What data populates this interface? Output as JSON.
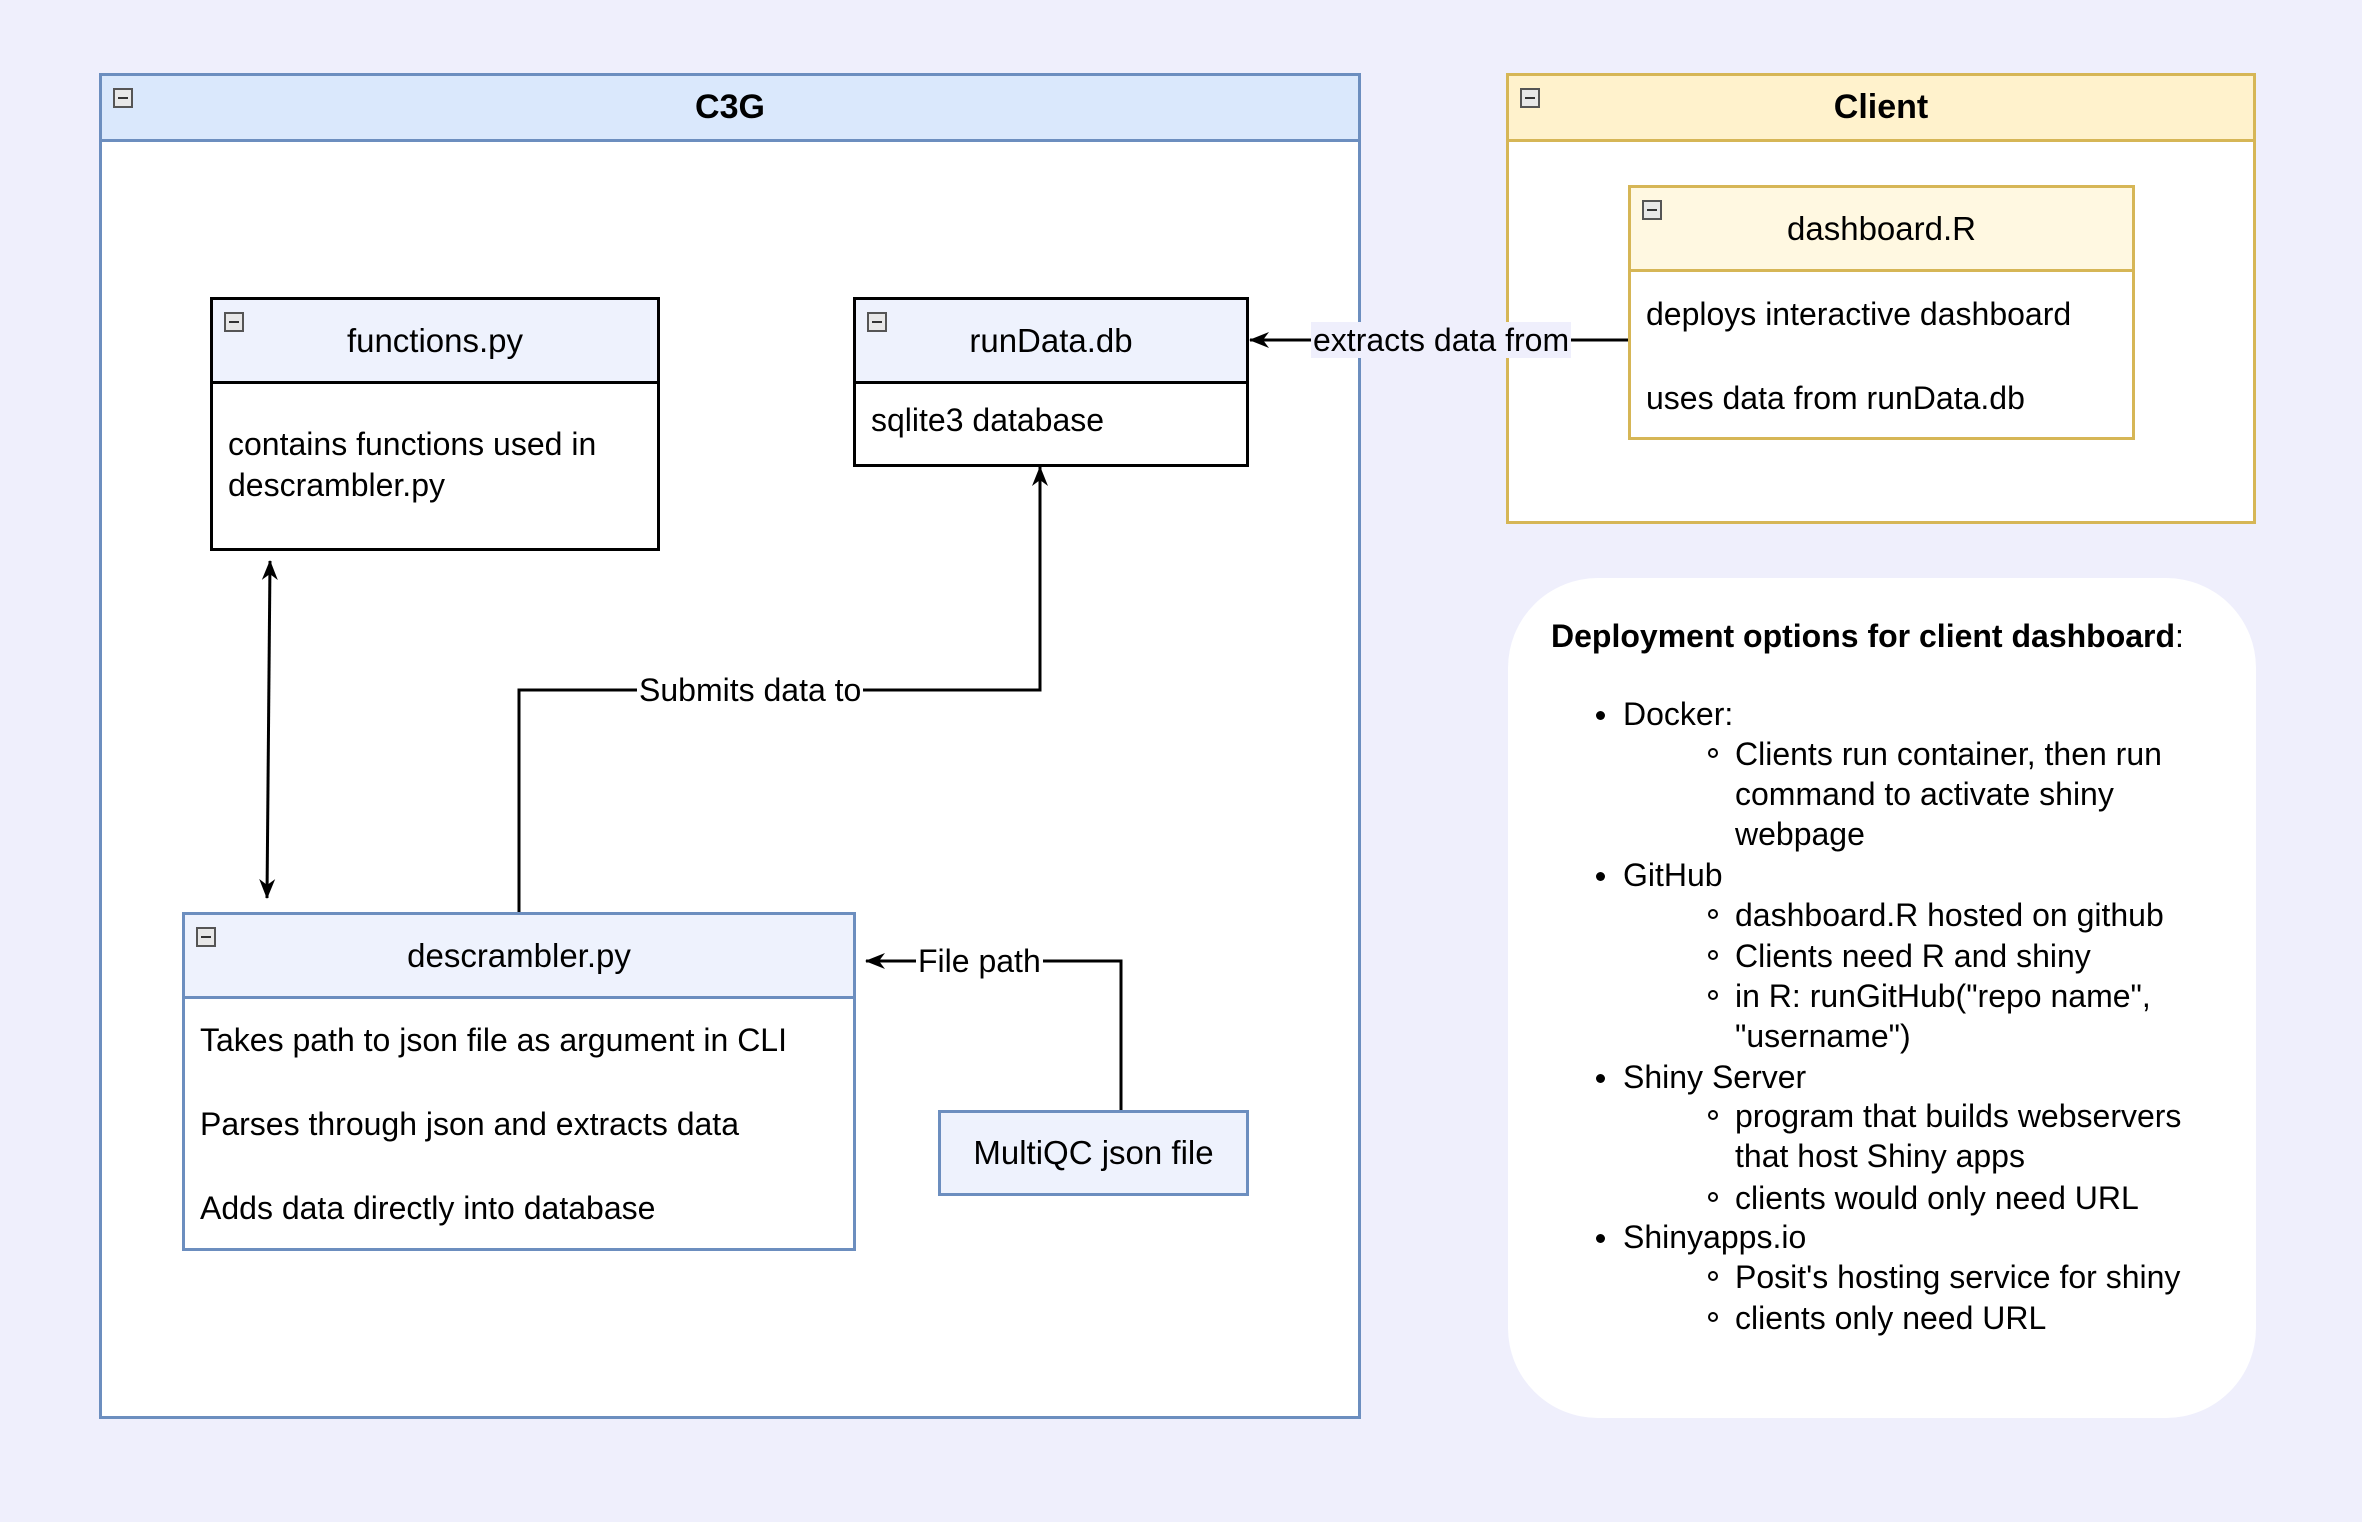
{
  "colors": {
    "background": "#efeffc",
    "blue_border": "#6c8ebf",
    "blue_header": "#dae8fc",
    "yellow_border": "#d6b656",
    "yellow_header": "#fff2cc"
  },
  "c3g": {
    "title": "C3G",
    "functions_py": {
      "title": "functions.py",
      "line1": "contains functions used in",
      "line2": "descrambler.py"
    },
    "rundata_db": {
      "title": "runData.db",
      "description": "sqlite3 database"
    },
    "descrambler_py": {
      "title": "descrambler.py",
      "rows": [
        "Takes path to json file as argument in CLI",
        "Parses through json and extracts data",
        "Adds data directly into database"
      ]
    },
    "multiqc": {
      "label": "MultiQC json file"
    }
  },
  "client": {
    "title": "Client",
    "dashboard_r": {
      "title": "dashboard.R",
      "rows": [
        "deploys interactive dashboard",
        "uses data from runData.db"
      ]
    }
  },
  "edges": {
    "extracts": "extracts data from",
    "submits": "Submits data to",
    "file_path": "File path"
  },
  "notes": {
    "heading": "Deployment options for client dashboard",
    "heading_suffix": ":",
    "options": [
      {
        "label": "Docker:",
        "items": [
          "Clients run container, then run command to activate shiny webpage"
        ]
      },
      {
        "label": "GitHub",
        "items": [
          "dashboard.R hosted on github",
          "Clients need R and shiny",
          "in R: runGitHub(\"repo name\", \"username\")"
        ]
      },
      {
        "label": "Shiny Server",
        "items": [
          "program that builds webservers that host Shiny apps",
          "clients would only need URL"
        ]
      },
      {
        "label": "Shinyapps.io",
        "items": [
          "Posit's hosting service for shiny",
          "clients only need URL"
        ]
      }
    ]
  }
}
